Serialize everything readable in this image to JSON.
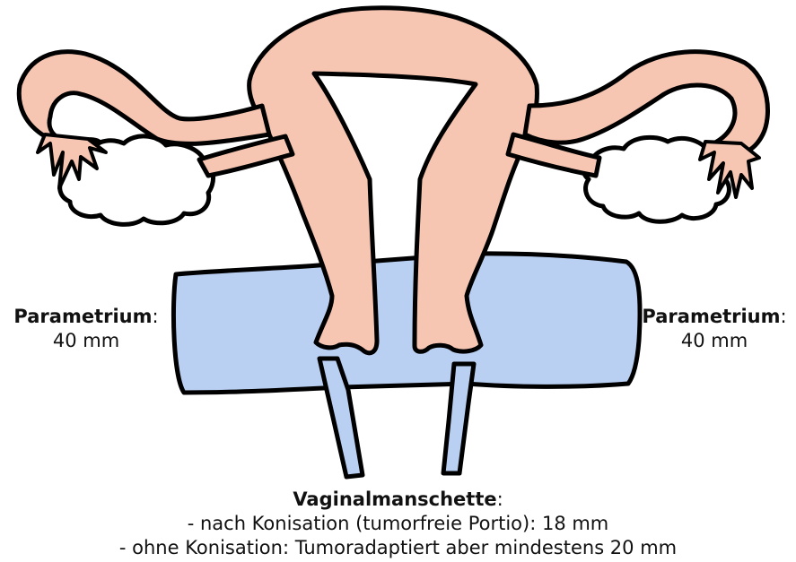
{
  "colors": {
    "uterus": "#f7c6b2",
    "tissue_blue": "#b9d0f2",
    "outline": "#000000",
    "background": "#ffffff"
  },
  "labels": {
    "left": {
      "term": "Parametrium",
      "colon": ":",
      "value": "40 mm"
    },
    "right": {
      "term": "Parametrium",
      "colon": ":",
      "value": "40 mm"
    },
    "bottom": {
      "term": "Vaginalmanschette",
      "colon": ":",
      "line1": "- nach Konisation (tumorfreie Portio): 18 mm",
      "line2": "- ohne Konisation: Tumoradaptiert aber mindestens 20 mm"
    }
  }
}
